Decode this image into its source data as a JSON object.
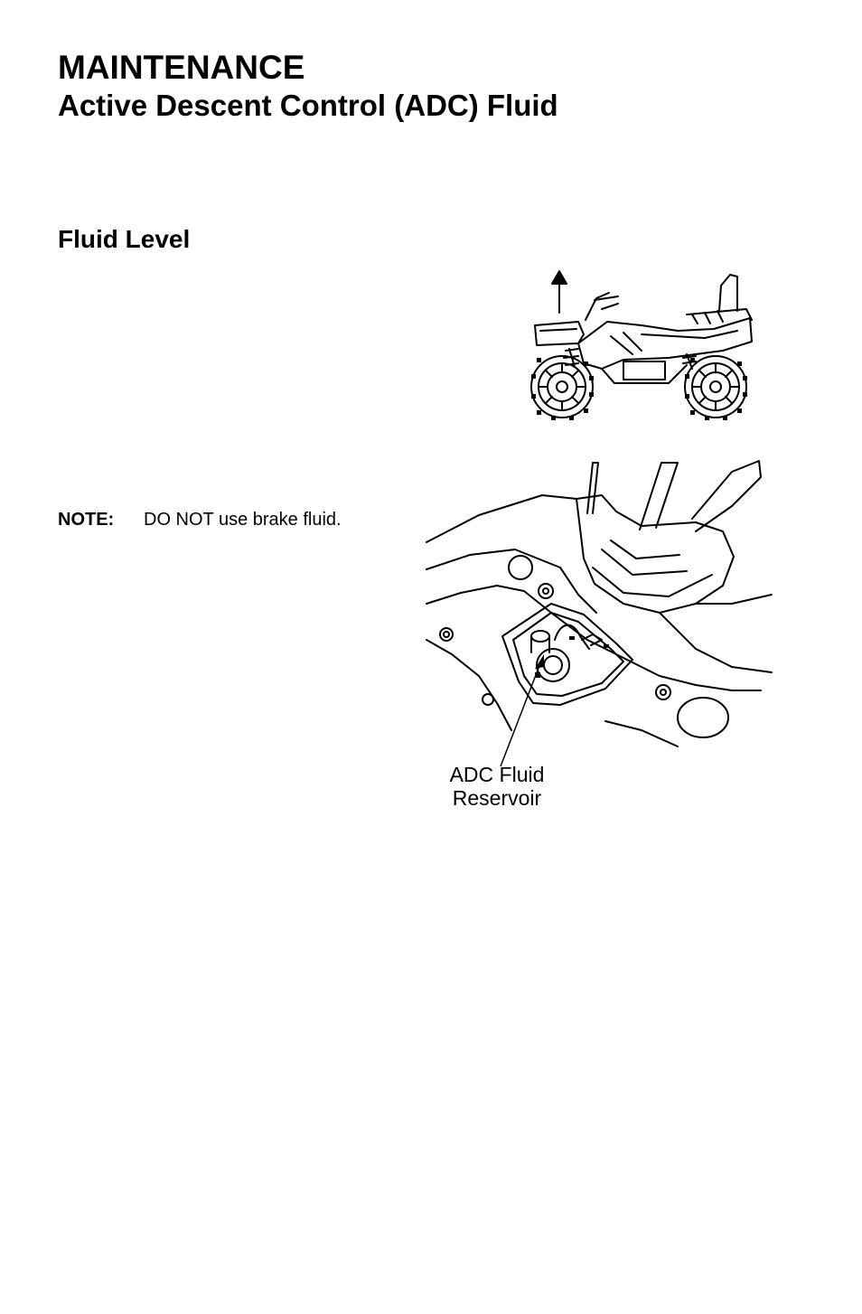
{
  "header": {
    "section_title": "MAINTENANCE",
    "page_title": "Active Descent Control (ADC) Fluid"
  },
  "fluid_level": {
    "heading": "Fluid Level",
    "note_label": "NOTE:",
    "note_text": "DO NOT use brake fluid."
  },
  "illustrations": {
    "atv": {
      "icon": "atv-side-view-with-arrow"
    },
    "reservoir": {
      "icon": "adc-fluid-reservoir-under-seat",
      "callout_line1": "ADC Fluid",
      "callout_line2": "Reservoir"
    }
  }
}
